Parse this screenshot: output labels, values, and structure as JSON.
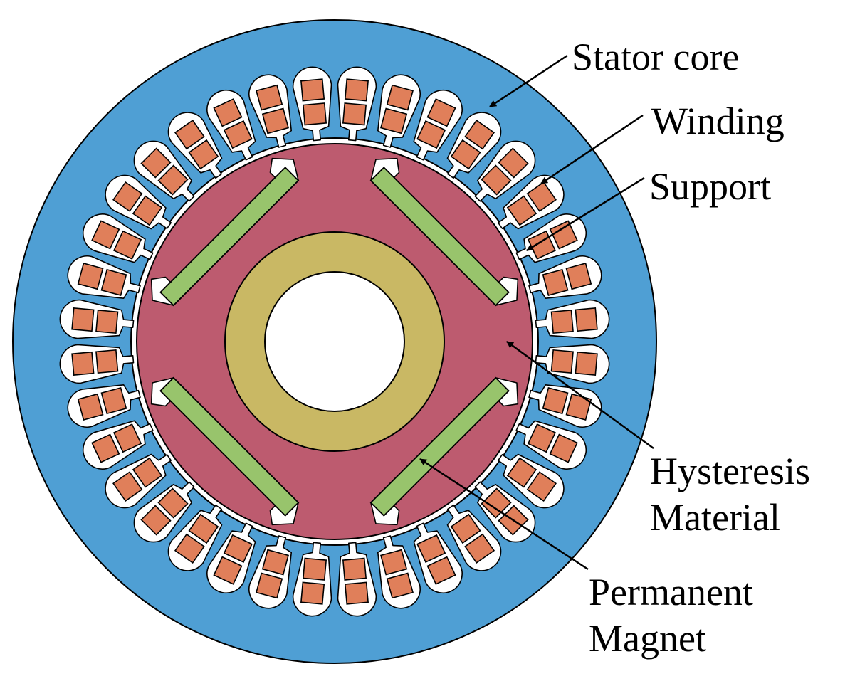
{
  "diagram": {
    "labels": {
      "stator_core": "Stator core",
      "winding": "Winding",
      "support": "Support",
      "hysteresis_line1": "Hysteresis",
      "hysteresis_line2": "Material",
      "magnet_line1": "Permanent",
      "magnet_line2": "Magnet"
    },
    "slot_count": 36,
    "magnet_count": 4,
    "colors": {
      "stator_core": "#4f9fd4",
      "winding": "#e07f5a",
      "slot": "#ffffff",
      "support": "#c9b864",
      "hysteresis_material": "#bd5b6f",
      "permanent_magnet": "#98c46c",
      "outline": "#000000"
    }
  }
}
